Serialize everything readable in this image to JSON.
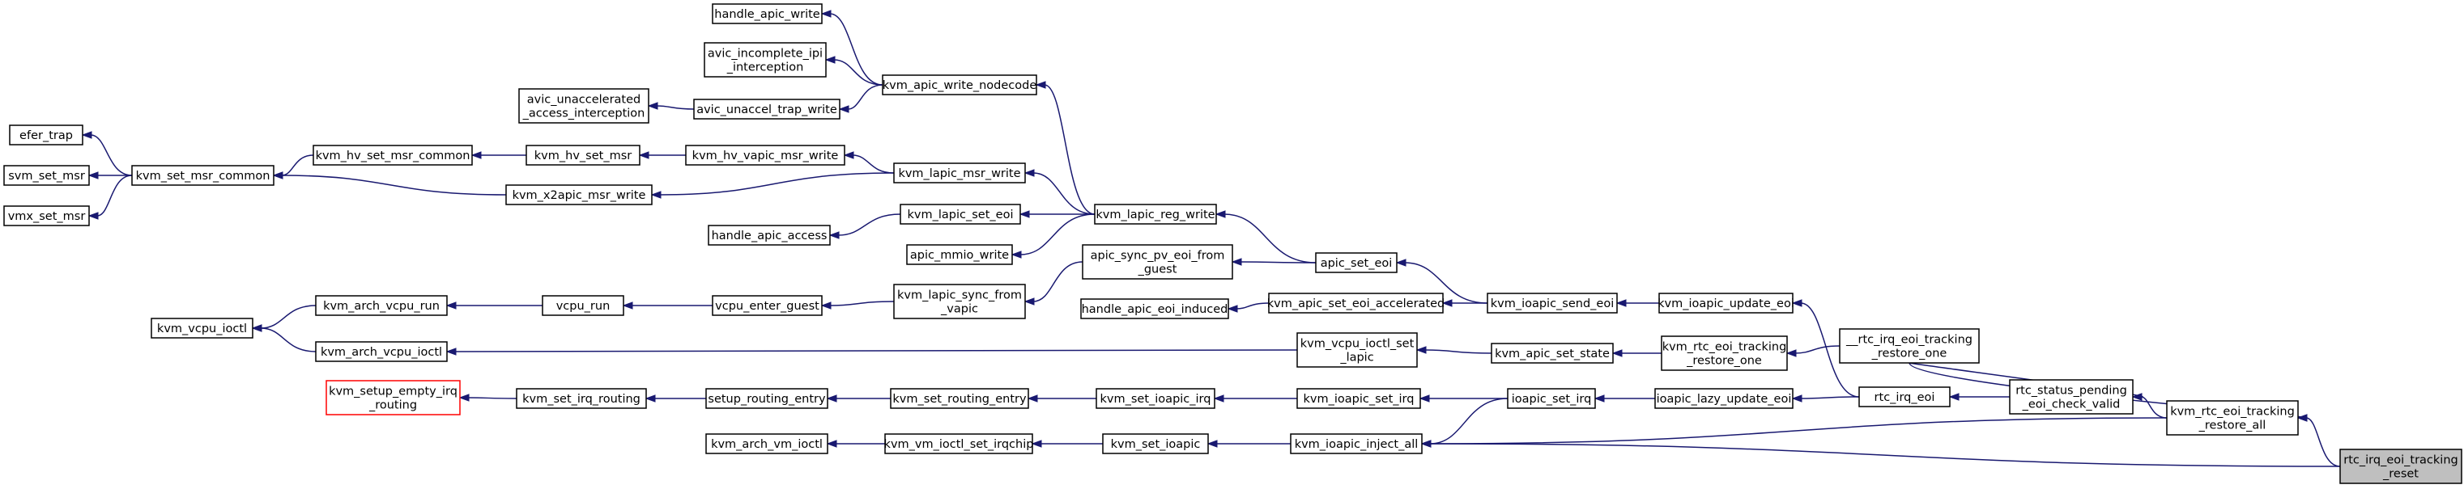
{
  "graph": {
    "nodes": [
      {
        "id": "rtc_irq_eoi_tracking_reset",
        "label": [
          "rtc_irq_eoi_tracking",
          "_reset"
        ],
        "highlight": true
      },
      {
        "id": "kvm_rtc_eoi_tracking_restore_all",
        "label": [
          "kvm_rtc_eoi_tracking",
          "_restore_all"
        ]
      },
      {
        "id": "kvm_ioapic_inject_all",
        "label": [
          "kvm_ioapic_inject_all"
        ]
      },
      {
        "id": "__rtc_irq_eoi_tracking_restore_one",
        "label": [
          "__rtc_irq_eoi_tracking",
          "_restore_one"
        ]
      },
      {
        "id": "rtc_status_pending_eoi_check_valid",
        "label": [
          "rtc_status_pending",
          "_eoi_check_valid"
        ]
      },
      {
        "id": "rtc_irq_eoi",
        "label": [
          "rtc_irq_eoi"
        ]
      },
      {
        "id": "kvm_rtc_eoi_tracking_restore_one",
        "label": [
          "kvm_rtc_eoi_tracking",
          "_restore_one"
        ]
      },
      {
        "id": "kvm_ioapic_update_eoi",
        "label": [
          "kvm_ioapic_update_eoi"
        ]
      },
      {
        "id": "ioapic_lazy_update_eoi",
        "label": [
          "ioapic_lazy_update_eoi"
        ]
      },
      {
        "id": "kvm_ioapic_send_eoi",
        "label": [
          "kvm_ioapic_send_eoi"
        ]
      },
      {
        "id": "kvm_apic_set_state",
        "label": [
          "kvm_apic_set_state"
        ]
      },
      {
        "id": "ioapic_set_irq",
        "label": [
          "ioapic_set_irq"
        ]
      },
      {
        "id": "apic_set_eoi",
        "label": [
          "apic_set_eoi"
        ]
      },
      {
        "id": "kvm_apic_set_eoi_accelerated",
        "label": [
          "kvm_apic_set_eoi_accelerated"
        ]
      },
      {
        "id": "kvm_vcpu_ioctl_set_lapic",
        "label": [
          "kvm_vcpu_ioctl_set",
          "_lapic"
        ]
      },
      {
        "id": "kvm_ioapic_set_irq",
        "label": [
          "kvm_ioapic_set_irq"
        ]
      },
      {
        "id": "kvm_lapic_reg_write",
        "label": [
          "kvm_lapic_reg_write"
        ]
      },
      {
        "id": "apic_sync_pv_eoi_from_guest",
        "label": [
          "apic_sync_pv_eoi_from",
          "_guest"
        ]
      },
      {
        "id": "handle_apic_eoi_induced",
        "label": [
          "handle_apic_eoi_induced"
        ]
      },
      {
        "id": "kvm_arch_vcpu_ioctl",
        "label": [
          "kvm_arch_vcpu_ioctl"
        ]
      },
      {
        "id": "kvm_set_ioapic_irq",
        "label": [
          "kvm_set_ioapic_irq"
        ]
      },
      {
        "id": "kvm_set_ioapic",
        "label": [
          "kvm_set_ioapic"
        ]
      },
      {
        "id": "kvm_apic_write_nodecode",
        "label": [
          "kvm_apic_write_nodecode"
        ]
      },
      {
        "id": "kvm_lapic_msr_write",
        "label": [
          "kvm_lapic_msr_write"
        ]
      },
      {
        "id": "kvm_lapic_set_eoi",
        "label": [
          "kvm_lapic_set_eoi"
        ]
      },
      {
        "id": "apic_mmio_write",
        "label": [
          "apic_mmio_write"
        ]
      },
      {
        "id": "kvm_lapic_sync_from_vapic",
        "label": [
          "kvm_lapic_sync_from",
          "_vapic"
        ]
      },
      {
        "id": "kvm_set_routing_entry",
        "label": [
          "kvm_set_routing_entry"
        ]
      },
      {
        "id": "kvm_vm_ioctl_set_irqchip",
        "label": [
          "kvm_vm_ioctl_set_irqchip"
        ]
      },
      {
        "id": "handle_apic_write",
        "label": [
          "handle_apic_write"
        ]
      },
      {
        "id": "avic_incomplete_ipi_interception",
        "label": [
          "avic_incomplete_ipi",
          "_interception"
        ]
      },
      {
        "id": "avic_unaccel_trap_write",
        "label": [
          "avic_unaccel_trap_write"
        ]
      },
      {
        "id": "kvm_hv_vapic_msr_write",
        "label": [
          "kvm_hv_vapic_msr_write"
        ]
      },
      {
        "id": "kvm_x2apic_msr_write",
        "label": [
          "kvm_x2apic_msr_write"
        ]
      },
      {
        "id": "handle_apic_access",
        "label": [
          "handle_apic_access"
        ]
      },
      {
        "id": "vcpu_enter_guest",
        "label": [
          "vcpu_enter_guest"
        ]
      },
      {
        "id": "setup_routing_entry",
        "label": [
          "setup_routing_entry"
        ]
      },
      {
        "id": "kvm_arch_vm_ioctl",
        "label": [
          "kvm_arch_vm_ioctl"
        ]
      },
      {
        "id": "avic_unaccelerated_access_interception",
        "label": [
          "avic_unaccelerated",
          "_access_interception"
        ]
      },
      {
        "id": "kvm_hv_set_msr",
        "label": [
          "kvm_hv_set_msr"
        ]
      },
      {
        "id": "vcpu_run",
        "label": [
          "vcpu_run"
        ]
      },
      {
        "id": "kvm_set_irq_routing",
        "label": [
          "kvm_set_irq_routing"
        ]
      },
      {
        "id": "kvm_hv_set_msr_common",
        "label": [
          "kvm_hv_set_msr_common"
        ]
      },
      {
        "id": "kvm_arch_vcpu_run",
        "label": [
          "kvm_arch_vcpu_run"
        ]
      },
      {
        "id": "kvm_setup_empty_irq_routing",
        "label": [
          "kvm_setup_empty_irq",
          "_routing"
        ],
        "red": true
      },
      {
        "id": "kvm_set_msr_common",
        "label": [
          "kvm_set_msr_common"
        ]
      },
      {
        "id": "efer_trap",
        "label": [
          "efer_trap"
        ]
      },
      {
        "id": "svm_set_msr",
        "label": [
          "svm_set_msr"
        ]
      },
      {
        "id": "vmx_set_msr",
        "label": [
          "vmx_set_msr"
        ]
      },
      {
        "id": "kvm_vcpu_ioctl",
        "label": [
          "kvm_vcpu_ioctl"
        ]
      }
    ],
    "edges": [
      [
        "kvm_rtc_eoi_tracking_restore_all",
        "rtc_irq_eoi_tracking_reset"
      ],
      [
        "kvm_ioapic_inject_all",
        "rtc_irq_eoi_tracking_reset"
      ],
      [
        "kvm_ioapic_inject_all",
        "kvm_rtc_eoi_tracking_restore_all"
      ],
      [
        "kvm_rtc_eoi_tracking_restore_all",
        "__rtc_irq_eoi_tracking_restore_one"
      ],
      [
        "rtc_status_pending_eoi_check_valid",
        "kvm_rtc_eoi_tracking_restore_all"
      ],
      [
        "rtc_status_pending_eoi_check_valid",
        "__rtc_irq_eoi_tracking_restore_one"
      ],
      [
        "rtc_irq_eoi",
        "rtc_status_pending_eoi_check_valid"
      ],
      [
        "kvm_rtc_eoi_tracking_restore_one",
        "__rtc_irq_eoi_tracking_restore_one"
      ],
      [
        "kvm_ioapic_update_eoi",
        "rtc_irq_eoi"
      ],
      [
        "ioapic_lazy_update_eoi",
        "rtc_irq_eoi"
      ],
      [
        "kvm_ioapic_send_eoi",
        "kvm_ioapic_update_eoi"
      ],
      [
        "kvm_apic_set_state",
        "kvm_rtc_eoi_tracking_restore_one"
      ],
      [
        "ioapic_set_irq",
        "ioapic_lazy_update_eoi"
      ],
      [
        "apic_set_eoi",
        "kvm_ioapic_send_eoi"
      ],
      [
        "kvm_apic_set_eoi_accelerated",
        "kvm_ioapic_send_eoi"
      ],
      [
        "kvm_vcpu_ioctl_set_lapic",
        "kvm_apic_set_state"
      ],
      [
        "kvm_ioapic_set_irq",
        "ioapic_set_irq"
      ],
      [
        "kvm_ioapic_inject_all",
        "ioapic_set_irq"
      ],
      [
        "kvm_lapic_reg_write",
        "apic_set_eoi"
      ],
      [
        "apic_sync_pv_eoi_from_guest",
        "apic_set_eoi"
      ],
      [
        "handle_apic_eoi_induced",
        "kvm_apic_set_eoi_accelerated"
      ],
      [
        "kvm_arch_vcpu_ioctl",
        "kvm_vcpu_ioctl_set_lapic"
      ],
      [
        "kvm_set_ioapic_irq",
        "kvm_ioapic_set_irq"
      ],
      [
        "kvm_set_ioapic",
        "kvm_ioapic_inject_all"
      ],
      [
        "kvm_apic_write_nodecode",
        "kvm_lapic_reg_write"
      ],
      [
        "kvm_lapic_msr_write",
        "kvm_lapic_reg_write"
      ],
      [
        "kvm_lapic_set_eoi",
        "kvm_lapic_reg_write"
      ],
      [
        "apic_mmio_write",
        "kvm_lapic_reg_write"
      ],
      [
        "kvm_lapic_sync_from_vapic",
        "apic_sync_pv_eoi_from_guest"
      ],
      [
        "kvm_set_routing_entry",
        "kvm_set_ioapic_irq"
      ],
      [
        "kvm_vm_ioctl_set_irqchip",
        "kvm_set_ioapic"
      ],
      [
        "handle_apic_write",
        "kvm_apic_write_nodecode"
      ],
      [
        "avic_incomplete_ipi_interception",
        "kvm_apic_write_nodecode"
      ],
      [
        "avic_unaccel_trap_write",
        "kvm_apic_write_nodecode"
      ],
      [
        "kvm_hv_vapic_msr_write",
        "kvm_lapic_msr_write"
      ],
      [
        "kvm_x2apic_msr_write",
        "kvm_lapic_msr_write"
      ],
      [
        "handle_apic_access",
        "kvm_lapic_set_eoi"
      ],
      [
        "vcpu_enter_guest",
        "kvm_lapic_sync_from_vapic"
      ],
      [
        "setup_routing_entry",
        "kvm_set_routing_entry"
      ],
      [
        "kvm_arch_vm_ioctl",
        "kvm_vm_ioctl_set_irqchip"
      ],
      [
        "avic_unaccelerated_access_interception",
        "avic_unaccel_trap_write"
      ],
      [
        "kvm_hv_set_msr",
        "kvm_hv_vapic_msr_write"
      ],
      [
        "vcpu_run",
        "vcpu_enter_guest"
      ],
      [
        "kvm_set_irq_routing",
        "setup_routing_entry"
      ],
      [
        "kvm_hv_set_msr_common",
        "kvm_hv_set_msr"
      ],
      [
        "kvm_set_msr_common",
        "kvm_hv_set_msr_common"
      ],
      [
        "kvm_set_msr_common",
        "kvm_x2apic_msr_write"
      ],
      [
        "kvm_arch_vcpu_run",
        "vcpu_run"
      ],
      [
        "kvm_setup_empty_irq_routing",
        "kvm_set_irq_routing"
      ],
      [
        "kvm_vcpu_ioctl",
        "kvm_arch_vcpu_run"
      ],
      [
        "kvm_vcpu_ioctl",
        "kvm_arch_vcpu_ioctl"
      ],
      [
        "efer_trap",
        "kvm_set_msr_common"
      ],
      [
        "svm_set_msr",
        "kvm_set_msr_common"
      ],
      [
        "vmx_set_msr",
        "kvm_set_msr_common"
      ]
    ]
  }
}
